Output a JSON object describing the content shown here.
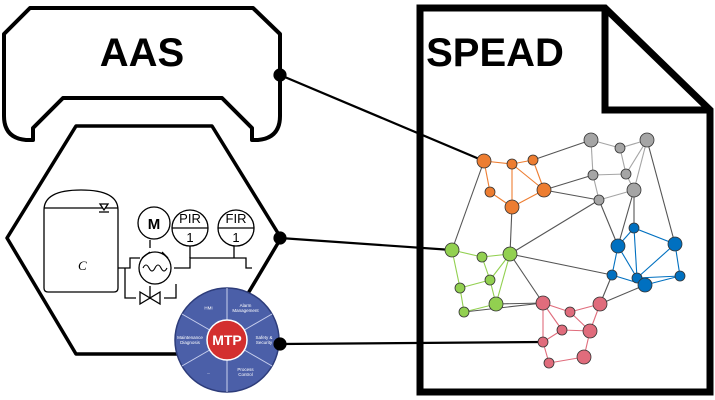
{
  "labels": {
    "aas": "AAS",
    "spead": "SPEAD",
    "mtp": "MTP",
    "motor": "M",
    "pir_tag": "PIR",
    "pir_num": "1",
    "fir_tag": "FIR",
    "fir_num": "1",
    "tank_label": "C"
  },
  "mtp_segments": [
    "Alarm Management",
    "Safety & Security",
    "Process Control",
    "...",
    "Maintenance Diagnosis",
    "HMI"
  ],
  "colors": {
    "outline": "#000000",
    "orange": "#ed7d31",
    "grey": "#a5a5a5",
    "green": "#92d050",
    "blue": "#0070c0",
    "red": "#e06c7c",
    "mtp_ring": "#4b5fa8",
    "mtp_center": "#d32f2f",
    "edge": "#555555"
  },
  "graph": {
    "clusters": [
      "orange",
      "grey",
      "green",
      "blue",
      "red"
    ]
  }
}
